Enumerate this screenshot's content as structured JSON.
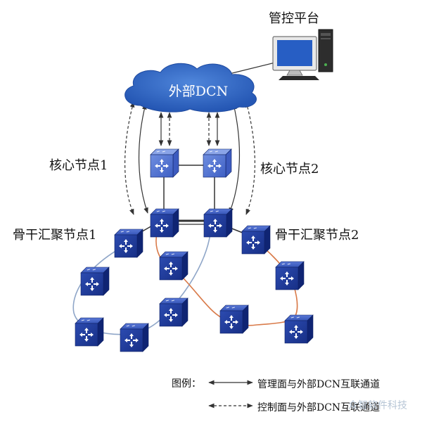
{
  "labels": {
    "platform": "管控平台",
    "cloud": "外部DCN",
    "core1": "核心节点1",
    "core2": "核心节点2",
    "agg1": "骨干汇聚节点1",
    "agg2": "骨干汇聚节点2"
  },
  "legend": {
    "title": "图例：",
    "solid": "管理面与外部DCN互联通道",
    "dashed": "控制面与外部DCN互联通道"
  },
  "watermark": "众智软件科技",
  "colors": {
    "node_blue": "#1f3a9e",
    "cloud_blue": "#2e68c8",
    "ring_left": "#8fa6c8",
    "ring_right": "#d97b4a",
    "core_link": "#333333"
  },
  "icons": {
    "node": "router-arrows-icon",
    "platform": "desktop-computer-icon",
    "cloud": "cloud-icon"
  }
}
